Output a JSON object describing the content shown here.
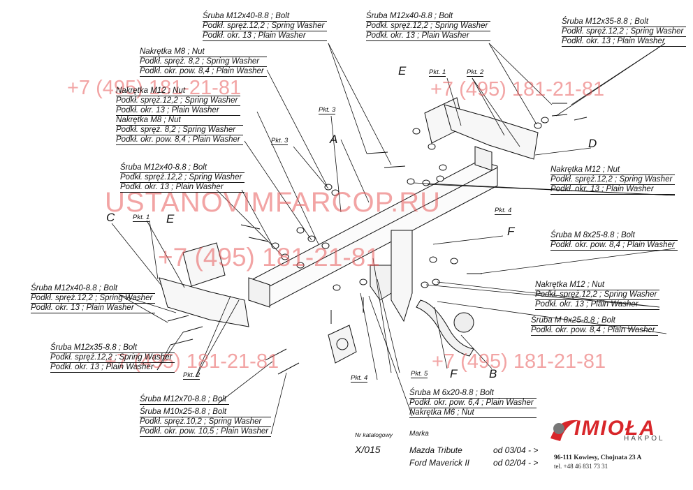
{
  "callouts": [
    {
      "id": "c1",
      "lines": [
        "Śruba M12x40-8.8 ;  Bolt",
        "Podkł. spręż.12,2 ; Spring Washer",
        "Podkł. okr. 13 ; Plain Washer"
      ]
    },
    {
      "id": "c2",
      "lines": [
        "Nakrętka  M8 ; Nut",
        "Podkł. spręż. 8,2 ; Spring Washer",
        "Podkł. okr. pow. 8,4 ; Plain Washer"
      ]
    },
    {
      "id": "c3",
      "lines": [
        "Nakrętka  M12 ; Nut",
        "Podkł. spręż.12,2 ; Spring Washer",
        "Podkł. okr. 13 ; Plain Washer"
      ]
    },
    {
      "id": "c4",
      "lines": [
        "Nakrętka  M8 ; Nut",
        "Podkł. spręż. 8,2 ; Spring Washer",
        "Podkł. okr. pow. 8,4 ; Plain Washer"
      ]
    },
    {
      "id": "c5",
      "lines": [
        "Śruba M12x40-8.8 ;  Bolt",
        "Podkł. spręż.12,2 ; Spring Washer",
        "Podkł. okr. 13 ; Plain Washer"
      ]
    },
    {
      "id": "c6",
      "lines": [
        "Śruba M12x40-8.8 ;  Bolt",
        "Podkł. spręż.12,2 ; Spring Washer",
        "Podkł. okr. 13 ; Plain Washer"
      ]
    },
    {
      "id": "c7",
      "lines": [
        "Śruba M12x35-8.8 ;  Bolt",
        "Podkł. spręż.12,2 ; Spring Washer",
        "Podkł. okr. 13 ; Plain Washer"
      ]
    },
    {
      "id": "c8",
      "lines": [
        "Śruba M12x70-8.8 ;  Bolt"
      ]
    },
    {
      "id": "c9",
      "lines": [
        "Śruba M10x25-8.8 ;  Bolt",
        "Podkł. spręż.10,2 ; Spring Washer",
        "Podkł. okr. pow. 10,5 ; Plain Washer"
      ]
    },
    {
      "id": "c10",
      "lines": [
        "Śruba M12x40-8.8 ;  Bolt",
        "Podkł. spręż.12,2 ; Spring Washer",
        "Podkł. okr. 13 ; Plain Washer"
      ]
    },
    {
      "id": "c11",
      "lines": [
        "Śruba M12x35-8.8 ;  Bolt",
        "Podkł. spręż.12,2 ; Spring Washer",
        "Podkł. okr. 13 ; Plain Washer"
      ]
    },
    {
      "id": "c12",
      "lines": [
        "Nakrętka  M12 ; Nut",
        "Podkł. spręż.12,2 ; Spring Washer",
        "Podkł. okr. 13 ; Plain Washer"
      ]
    },
    {
      "id": "c13",
      "lines": [
        "Śruba M 8x25-8.8 ;  Bolt",
        "Podkł. okr. pow. 8,4 ; Plain Washer"
      ]
    },
    {
      "id": "c14",
      "lines": [
        "Nakrętka  M12 ; Nut",
        "Podkł. spręż.12,2 ; Spring Washer",
        "Podkł. okr. 13 ; Plain Washer"
      ]
    },
    {
      "id": "c15",
      "lines": [
        "Śruba M 8x25-8.8 ;  Bolt",
        "Podkł. okr. pow. 8,4 ; Plain Washer"
      ]
    },
    {
      "id": "c16",
      "lines": [
        "Śruba M 6x20-8.8 ;  Bolt",
        "Podkł. okr. pow. 6,4 ; Plain Washer",
        "Nakrętka  M6 ; Nut"
      ]
    }
  ],
  "pkt_labels": {
    "p1a": "Pkt. 1",
    "p2a": "Pkt. 2",
    "p3a": "Pkt. 3",
    "p3b": "Pkt. 3",
    "p4a": "Pkt. 4",
    "p1b": "Pkt. 1",
    "p2b": "Pkt. 2",
    "p4b": "Pkt. 4",
    "p5": "Pkt. 5"
  },
  "part_letters": {
    "e1": "E",
    "a": "A",
    "e2": "E",
    "c": "C",
    "d": "D",
    "f1": "F",
    "f2": "F",
    "b": "B"
  },
  "watermarks": {
    "phone1": "+7 (495) 181-21-81",
    "phone2": "+7 (495) 181-21-81",
    "phone3": "+7 (495) 181-21-81",
    "phone4": "+7 (495) 181-21-81",
    "phone5": "+7 (495) 181-21-81",
    "site": "USTANOVIMFARCOP.RU"
  },
  "catalog": {
    "nr_label": "Nr katalogowy",
    "marka_label": "Marka",
    "number": "X/015",
    "vehicles": [
      {
        "name": "Mazda Tribute",
        "from": "od 03/04 - >"
      },
      {
        "name": "Ford Maverick II",
        "from": "od 02/04 - >"
      }
    ]
  },
  "brand": {
    "name": "IMIOŁA",
    "sub": "HAKPOL",
    "address": "96-111 Kowiesy, Chojnata 23 A",
    "tel": "tel. +48 46 831 73 31"
  },
  "colors": {
    "watermark": "#e85a5a",
    "brand": "#d8262a"
  }
}
